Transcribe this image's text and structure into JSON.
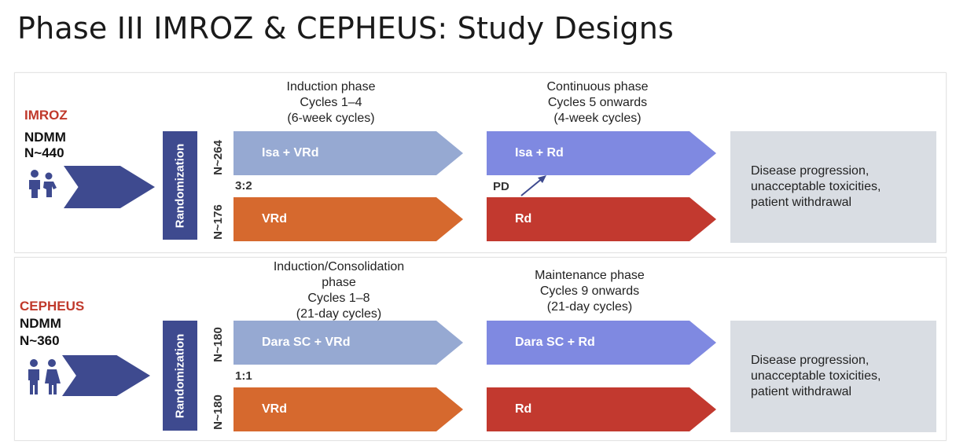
{
  "title": "Phase III IMROZ & CEPHEUS: Study Designs",
  "colors": {
    "study_name": "#c0392b",
    "randomization": "#3e4a8f",
    "arm_light_blue": "#96a9d2",
    "arm_orange": "#d6692e",
    "arm_violet": "#7f89e1",
    "arm_red": "#c2392f",
    "endpoint_box": "#d9dde3"
  },
  "imroz": {
    "name": "IMROZ",
    "population": "NDMM",
    "n_total": "N~440",
    "icon": "patient-pair-icon",
    "randomization": "Randomization",
    "ratio": "3:2",
    "arm1_n": "N~264",
    "arm2_n": "N~176",
    "phase1_line1": "Induction phase",
    "phase1_line2": "Cycles 1–4",
    "phase1_line3": "(6-week cycles)",
    "phase2_line1": "Continuous phase",
    "phase2_line2": "Cycles 5 onwards",
    "phase2_line3": "(4-week cycles)",
    "arm1_phase1": "Isa + VRd",
    "arm2_phase1": "VRd",
    "arm1_phase2": "Isa + Rd",
    "arm2_phase2": "Rd",
    "pd_label": "PD",
    "endpoint_line1": "Disease progression,",
    "endpoint_line2": "unacceptable toxicities,",
    "endpoint_line3": "patient withdrawal"
  },
  "cepheus": {
    "name": "CEPHEUS",
    "population": "NDMM",
    "n_total": "N~360",
    "icon": "people-icon",
    "randomization": "Randomization",
    "ratio": "1:1",
    "arm1_n": "N~180",
    "arm2_n": "N~180",
    "phase1_line1": "Induction/Consolidation",
    "phase1_line2": "phase",
    "phase1_line3": "Cycles 1–8",
    "phase1_line4": "(21-day cycles)",
    "phase2_line1": "Maintenance phase",
    "phase2_line2": "Cycles 9 onwards",
    "phase2_line3": "(21-day cycles)",
    "arm1_phase1": "Dara SC + VRd",
    "arm2_phase1": "VRd",
    "arm1_phase2": "Dara SC + Rd",
    "arm2_phase2": "Rd",
    "endpoint_line1": "Disease progression,",
    "endpoint_line2": "unacceptable toxicities,",
    "endpoint_line3": "patient withdrawal"
  }
}
